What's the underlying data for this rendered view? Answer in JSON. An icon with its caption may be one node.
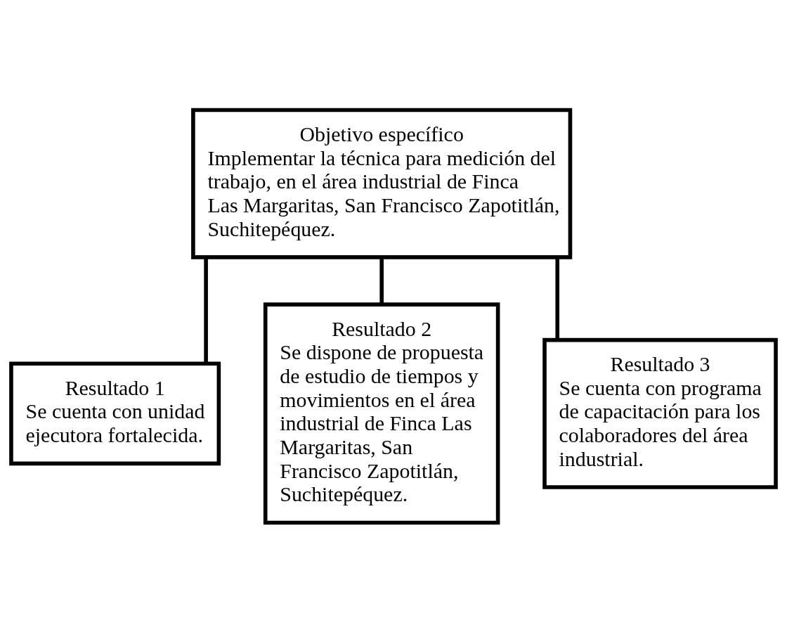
{
  "diagram": {
    "nodes": [
      {
        "text": [
          "Objetivo específico",
          "Implementar la técnica para medición del trabajo, en el área industrial de Finca Las Margaritas, San Francisco Zapotitlán, Suchitepéquez."
        ]
      },
      {
        "text": [
          "Resultado 1",
          "Se cuenta con unidad ejecutora fortalecida."
        ]
      },
      {
        "text": [
          "Resultado 2",
          "Se dispone de propuesta de estudio de tiempos y movimientos en el área industrial de Finca Las Margaritas, San Francisco Zapotitlán, Suchitepéquez."
        ]
      },
      {
        "text": [
          "Resultado 3",
          "Se cuenta con programa de capacitación para los colaboradores del área industrial."
        ]
      }
    ],
    "edges": [
      {
        "from": 0,
        "to": 1,
        "arrow": "none"
      },
      {
        "from": 0,
        "to": 2,
        "arrow": "none"
      },
      {
        "from": 0,
        "to": 3,
        "arrow": "none"
      }
    ]
  }
}
